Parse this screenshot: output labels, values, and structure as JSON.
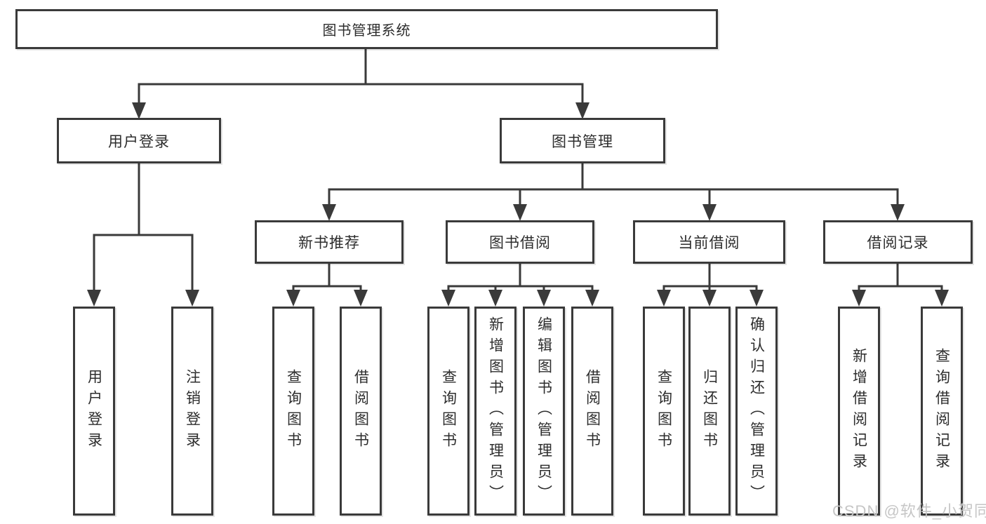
{
  "tree": {
    "root": "图书管理系统",
    "branches": [
      {
        "label": "用户登录",
        "children": [
          "用户登录",
          "注销登录"
        ]
      },
      {
        "label": "图书管理",
        "children": [
          {
            "label": "新书推荐",
            "children": [
              "查询图书",
              "借阅图书"
            ]
          },
          {
            "label": "图书借阅",
            "children": [
              "查询图书",
              "新增图书（管理员）",
              "编辑图书（管理员）",
              "借阅图书"
            ]
          },
          {
            "label": "当前借阅",
            "children": [
              "查询图书",
              "归还图书",
              "确认归还（管理员）"
            ]
          },
          {
            "label": "借阅记录",
            "children": [
              "新增借阅记录",
              "查询借阅记录"
            ]
          }
        ]
      }
    ]
  },
  "watermark": "CSDN @软件_小贺同学",
  "colors": {
    "line": "#3a3a3a",
    "text": "#2d2d2d",
    "watermark": "#c6c6c6",
    "background": "#ffffff"
  }
}
